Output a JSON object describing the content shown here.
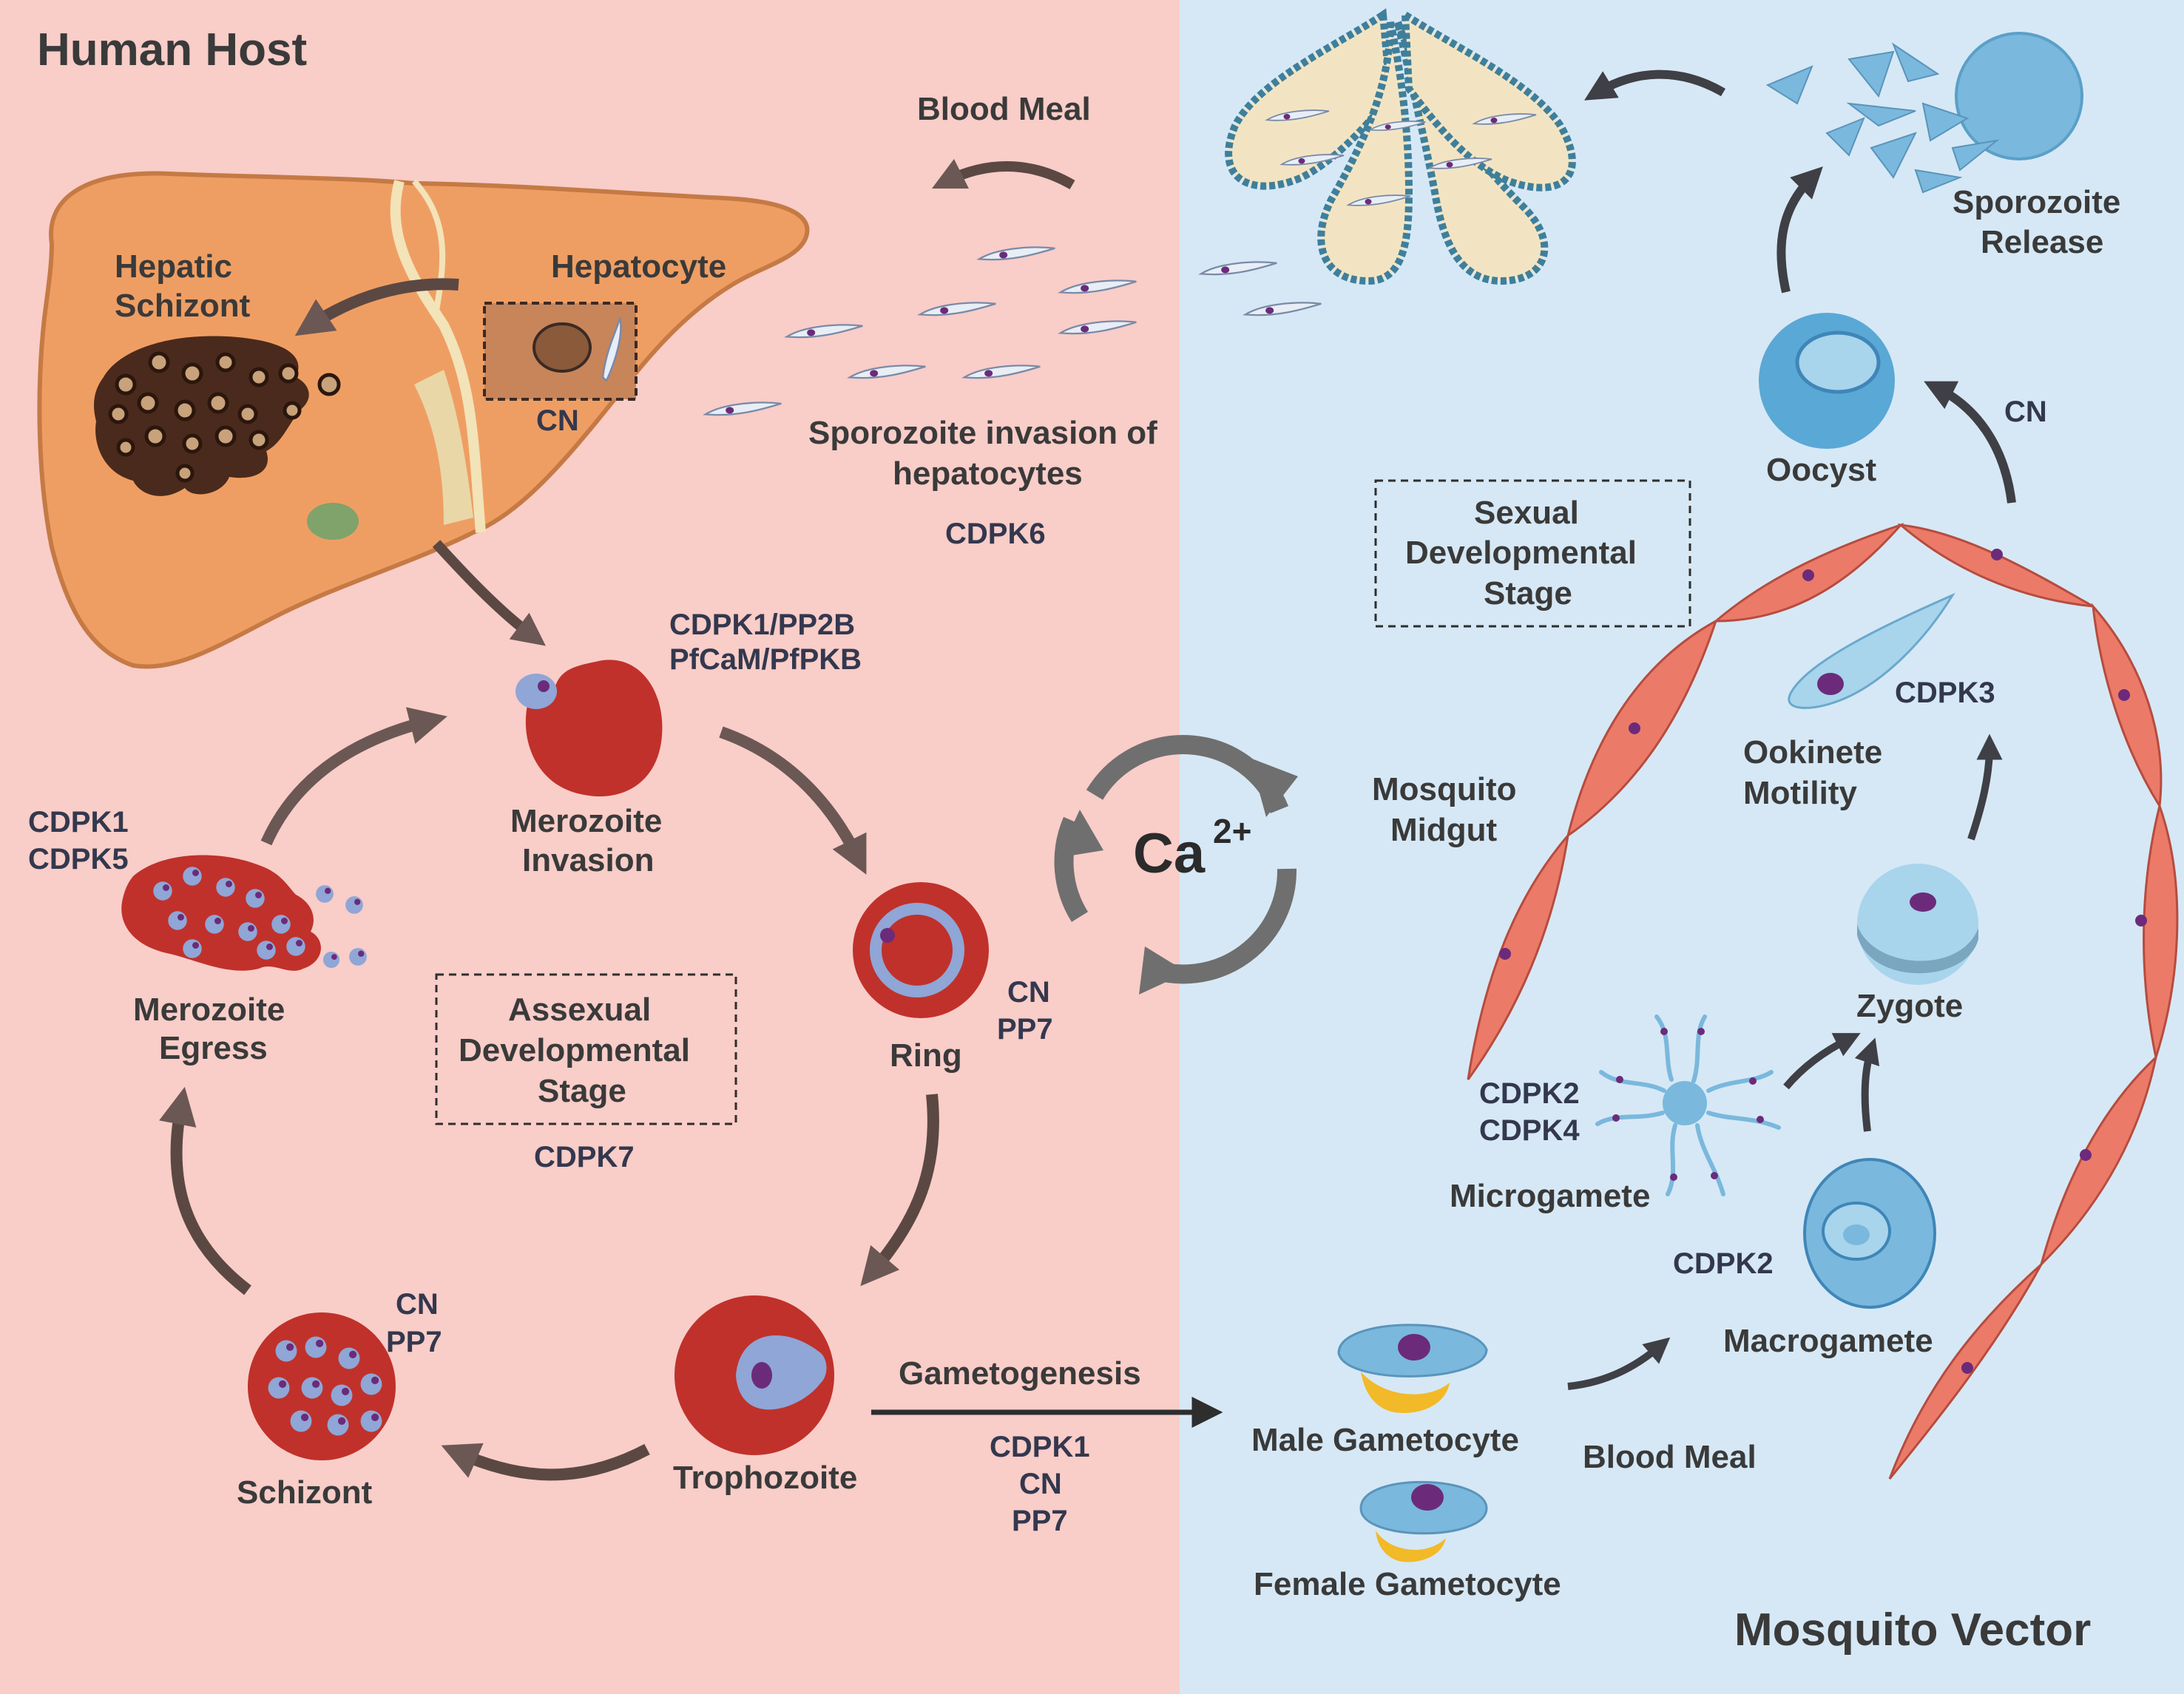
{
  "colors": {
    "human_bg": "#f9cdc8",
    "mosquito_bg": "#d6e8f5",
    "rbc": "#c0312b",
    "parasite": "#8fa6d6",
    "nucleus": "#6b2b7a",
    "liver": "#ef9e63",
    "midgut": "#ec7a68",
    "arrow": "#6b5854",
    "ca_ring": "#6f6f6f"
  },
  "panels": {
    "human": "Human Host",
    "mosquito": "Mosquito Vector"
  },
  "center": {
    "ion": "Ca",
    "charge": "2+"
  },
  "liver": {
    "hepatic_schizont_l1": "Hepatic",
    "hepatic_schizont_l2": "Schizont",
    "hepatocyte": "Hepatocyte",
    "hepatocyte_enzyme": "CN"
  },
  "human_stages": {
    "blood_meal": "Blood Meal",
    "sporozoite_invasion_l1": "Sporozoite invasion of",
    "sporozoite_invasion_l2": "hepatocytes",
    "sporozoite_invasion_enzyme": "CDPK6",
    "merozoite_invasion_enzyme_l1": "CDPK1/PP2B",
    "merozoite_invasion_enzyme_l2": "PfCaM/PfPKB",
    "merozoite_invasion_l1": "Merozoite",
    "merozoite_invasion_l2": "Invasion",
    "merozoite_egress_enzyme_l1": "CDPK1",
    "merozoite_egress_enzyme_l2": "CDPK5",
    "merozoite_egress_l1": "Merozoite",
    "merozoite_egress_l2": "Egress",
    "asexual_box_l1": "Assexual",
    "asexual_box_l2": "Developmental",
    "asexual_box_l3": "Stage",
    "asexual_enzyme": "CDPK7",
    "ring": "Ring",
    "ring_enzyme_l1": "CN",
    "ring_enzyme_l2": "PP7",
    "schizont": "Schizont",
    "schizont_enzyme_l1": "CN",
    "schizont_enzyme_l2": "PP7",
    "trophozoite": "Trophozoite",
    "gametogenesis": "Gametogenesis",
    "gametogenesis_enzyme_l1": "CDPK1",
    "gametogenesis_enzyme_l2": "CN",
    "gametogenesis_enzyme_l3": "PP7"
  },
  "mosquito_stages": {
    "sporozoite_release_l1": "Sporozoite",
    "sporozoite_release_l2": "Release",
    "oocyst": "Oocyst",
    "oocyst_enzyme": "CN",
    "sexual_box_l1": "Sexual",
    "sexual_box_l2": "Developmental",
    "sexual_box_l3": "Stage",
    "ookinete_enzyme": "CDPK3",
    "ookinete_l1": "Ookinete",
    "ookinete_l2": "Motility",
    "midgut_l1": "Mosquito",
    "midgut_l2": "Midgut",
    "zygote": "Zygote",
    "microgamete_enzyme_l1": "CDPK2",
    "microgamete_enzyme_l2": "CDPK4",
    "microgamete": "Microgamete",
    "macrogamete_enzyme": "CDPK2",
    "macrogamete": "Macrogamete",
    "male_gametocyte": "Male Gametocyte",
    "female_gametocyte": "Female Gametocyte",
    "blood_meal": "Blood Meal"
  }
}
